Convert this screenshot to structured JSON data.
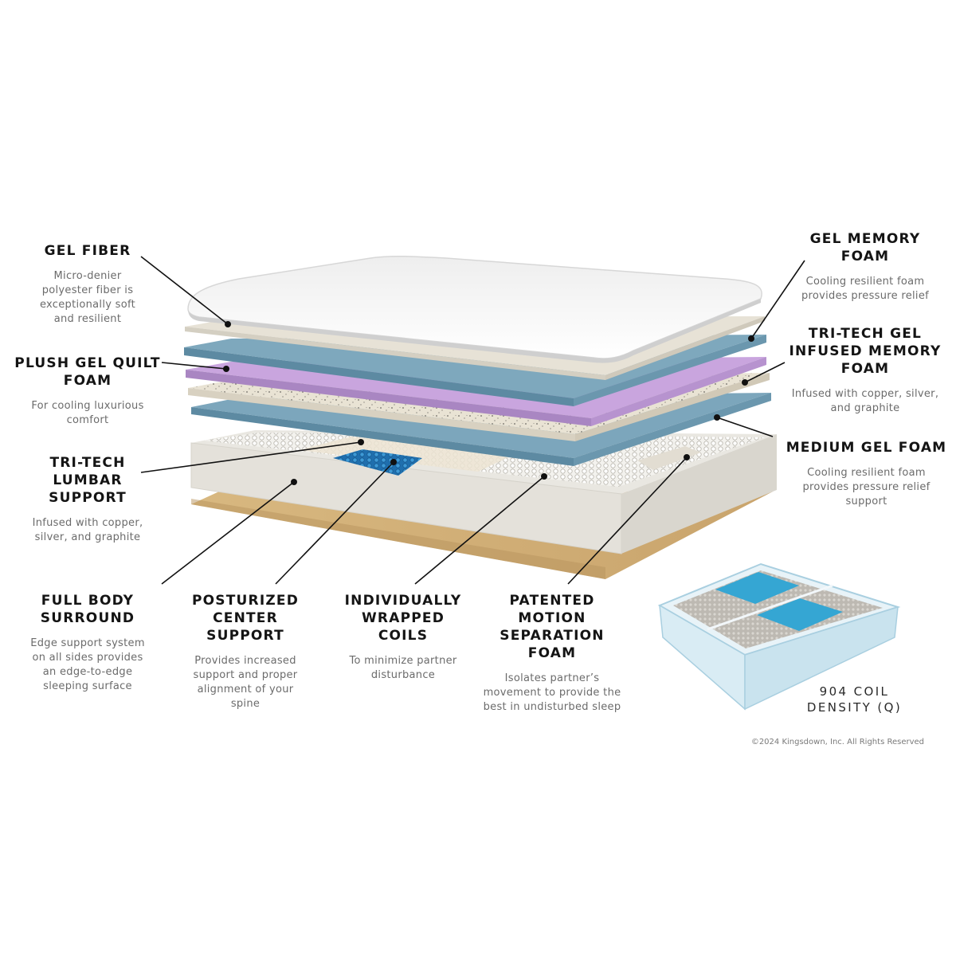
{
  "labels": {
    "gel_fiber": {
      "title": "GEL FIBER",
      "desc": "Micro-denier\npolyester fiber is\nexceptionally soft\nand resilient"
    },
    "plush_gel_quilt_foam": {
      "title": "PLUSH GEL QUILT\nFOAM",
      "desc": "For cooling luxurious\ncomfort"
    },
    "tri_tech_lumbar_support": {
      "title": "TRI-TECH\nLUMBAR\nSUPPORT",
      "desc": "Infused with copper,\nsilver, and graphite"
    },
    "full_body_surround": {
      "title": "FULL BODY\nSURROUND",
      "desc": "Edge support system\non all sides provides\nan edge-to-edge\nsleeping surface"
    },
    "posturized_center_support": {
      "title": "POSTURIZED\nCENTER\nSUPPORT",
      "desc": "Provides increased\nsupport and proper\nalignment of your\nspine"
    },
    "individually_wrapped_coils": {
      "title": "INDIVIDUALLY\nWRAPPED\nCOILS",
      "desc": "To minimize partner\ndisturbance"
    },
    "patented_motion_separation_foam": {
      "title": "PATENTED\nMOTION\nSEPARATION\nFOAM",
      "desc": "Isolates partner’s\nmovement to provide the\nbest in undisturbed sleep"
    },
    "gel_memory_foam": {
      "title": "GEL MEMORY\nFOAM",
      "desc": "Cooling resilient foam\nprovides pressure relief"
    },
    "tri_tech_gel_infused_memory_foam": {
      "title": "TRI-TECH GEL\nINFUSED MEMORY\nFOAM",
      "desc": "Infused with copper, silver,\nand graphite"
    },
    "medium_gel_foam": {
      "title": "MEDIUM GEL FOAM",
      "desc": "Cooling resilient foam\nprovides pressure relief\nsupport"
    }
  },
  "coil_density": "904 COIL\nDENSITY (Q)",
  "copyright": "©2024 Kingsdown, Inc. All Rights Reserved",
  "colors": {
    "top_cover": "#f2f2f2",
    "fiber_layer": "#e6e1d6",
    "blue_foam": "#7aa4bb",
    "purple_foam": "#c8a6dd",
    "speckled_foam": "#e5dfd0",
    "coil_unit": "#eceae4",
    "base": "#d2b07c",
    "gel_accent": "#2f8fc0",
    "leader_line": "#111111"
  }
}
